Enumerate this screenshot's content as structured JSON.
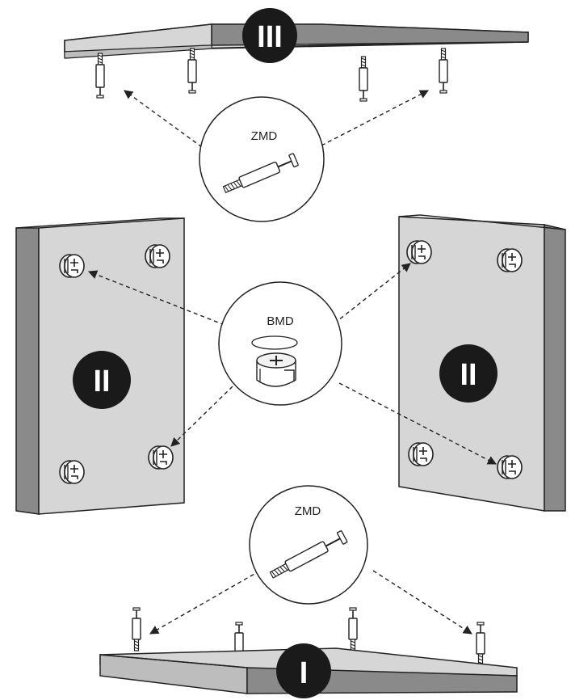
{
  "labels": {
    "top_fastener": "ZMD",
    "middle_fastener": "BMD",
    "bottom_fastener": "ZMD"
  },
  "panels": {
    "top": "III",
    "left": "II",
    "right": "II",
    "bottom": "I"
  },
  "colors": {
    "panel_face": "#d6d6d6",
    "panel_edge": "#8a8a8a",
    "badge": "#1a1a1a",
    "outline": "#222222"
  }
}
